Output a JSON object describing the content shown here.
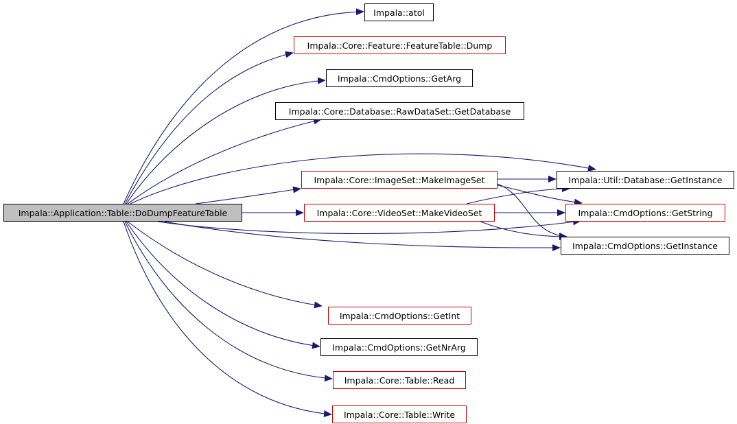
{
  "colors": {
    "edge": "#191970",
    "root_fill": "#bfbfbf",
    "highlight_border": "#c00000",
    "default_border": "#000000"
  },
  "nodes": {
    "root": {
      "label": "Impala::Application::Table::DoDumpFeatureTable"
    },
    "atol": {
      "label": "Impala::atol"
    },
    "feature_dump": {
      "label": "Impala::Core::Feature::FeatureTable::Dump"
    },
    "get_arg": {
      "label": "Impala::CmdOptions::GetArg"
    },
    "get_database": {
      "label": "Impala::Core::Database::RawDataSet::GetDatabase"
    },
    "make_image_set": {
      "label": "Impala::Core::ImageSet::MakeImageSet"
    },
    "make_video_set": {
      "label": "Impala::Core::VideoSet::MakeVideoSet"
    },
    "db_get_instance": {
      "label": "Impala::Util::Database::GetInstance"
    },
    "get_string": {
      "label": "Impala::CmdOptions::GetString"
    },
    "cmd_get_instance": {
      "label": "Impala::CmdOptions::GetInstance"
    },
    "get_int": {
      "label": "Impala::CmdOptions::GetInt"
    },
    "get_nr_arg": {
      "label": "Impala::CmdOptions::GetNrArg"
    },
    "table_read": {
      "label": "Impala::Core::Table::Read"
    },
    "table_write": {
      "label": "Impala::Core::Table::Write"
    }
  }
}
